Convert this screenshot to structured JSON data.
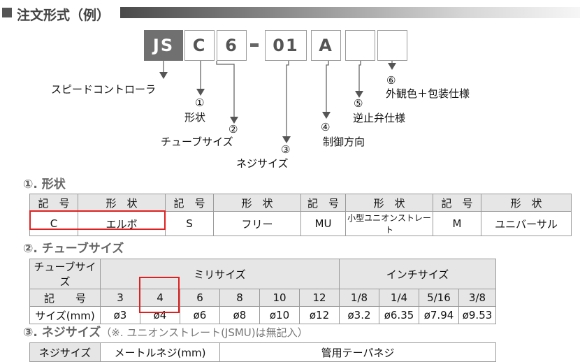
{
  "header": {
    "title": "注文形式（例）"
  },
  "code": {
    "boxes": [
      "JS",
      "C",
      "6",
      "01",
      "A",
      "",
      ""
    ],
    "dash": "-"
  },
  "callouts": {
    "series": "スピードコントローラ",
    "c1_num": "①",
    "c1_label": "形状",
    "c2_num": "②",
    "c2_label": "チューブサイズ",
    "c3_num": "③",
    "c3_label": "ネジサイズ",
    "c4_num": "④",
    "c4_label": "制御方向",
    "c5_num": "⑤",
    "c5_label": "逆止弁仕様",
    "c6_num": "⑥",
    "c6_label": "外観色＋包装仕様"
  },
  "section1": {
    "heading": "①. 形状",
    "header_code": "記　号",
    "header_shape": "形　状",
    "rows": [
      {
        "code": "C",
        "shape": "エルボ"
      },
      {
        "code": "S",
        "shape": "フリー"
      },
      {
        "code": "MU",
        "shape": "小型ユニオンストレート"
      },
      {
        "code": "M",
        "shape": "ユニバーサル"
      }
    ]
  },
  "section2": {
    "heading": "②. チューブサイズ",
    "corner": "チューブサイズ",
    "group_metric": "ミリサイズ",
    "group_inch": "インチサイズ",
    "row_code_label": "記　　号",
    "row_size_label": "サイズ(mm)",
    "codes": [
      "3",
      "4",
      "6",
      "8",
      "10",
      "12",
      "1/8",
      "1/4",
      "5/16",
      "3/8"
    ],
    "sizes": [
      "ø3",
      "ø4",
      "ø6",
      "ø8",
      "ø10",
      "ø12",
      "ø3.2",
      "ø6.35",
      "ø7.94",
      "ø9.53"
    ]
  },
  "section3": {
    "heading": "③. ネジサイズ",
    "note": "（※. ユニオンストレート(JSMU)は無記入）",
    "label": "ネジサイズ",
    "metric": "メートルネジ(mm)",
    "taper": "管用テーパネジ"
  },
  "colors": {
    "highlight": "#e02020",
    "header_bg": "#e6e6e6",
    "code_box_dark": "#707070"
  }
}
